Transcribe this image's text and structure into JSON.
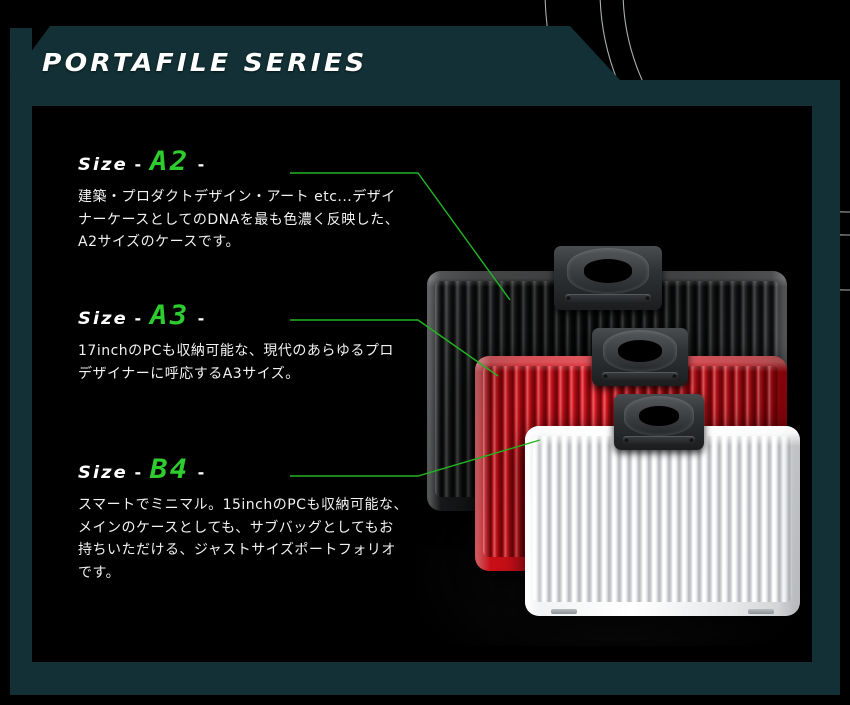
{
  "banner": {
    "title": "PORTAFILE SERIES"
  },
  "theme": {
    "background": "#000000",
    "frame_teal": "#123035",
    "accent_green": "#2ecc2e",
    "text_white": "#ffffff"
  },
  "specs": [
    {
      "label": "Size",
      "dash": "-",
      "size": "A2",
      "dash_end": "-",
      "body": "建築・プロダクトデザイン・アート etc...デザイナーケースとしてのDNAを最も色濃く反映した、A2サイズのケースです。"
    },
    {
      "label": "Size",
      "dash": "-",
      "size": "A3",
      "dash_end": "-",
      "body": "17inchのPCも収納可能な、現代のあらゆるプロデザイナーに呼応するA3サイズ。"
    },
    {
      "label": "Size",
      "dash": "-",
      "size": "B4",
      "dash_end": "-",
      "body": "スマートでミニマル。15inchのPCも収納可能な、メインのケースとしても、サブバッグとしてもお持ちいただける、ジャストサイズポートフォリオです。"
    }
  ],
  "products": [
    {
      "name": "black-case",
      "size": "A2",
      "color": "#0b0c0d"
    },
    {
      "name": "red-case",
      "size": "A3",
      "color": "#e01620"
    },
    {
      "name": "white-case",
      "size": "B4",
      "color": "#ffffff"
    }
  ]
}
